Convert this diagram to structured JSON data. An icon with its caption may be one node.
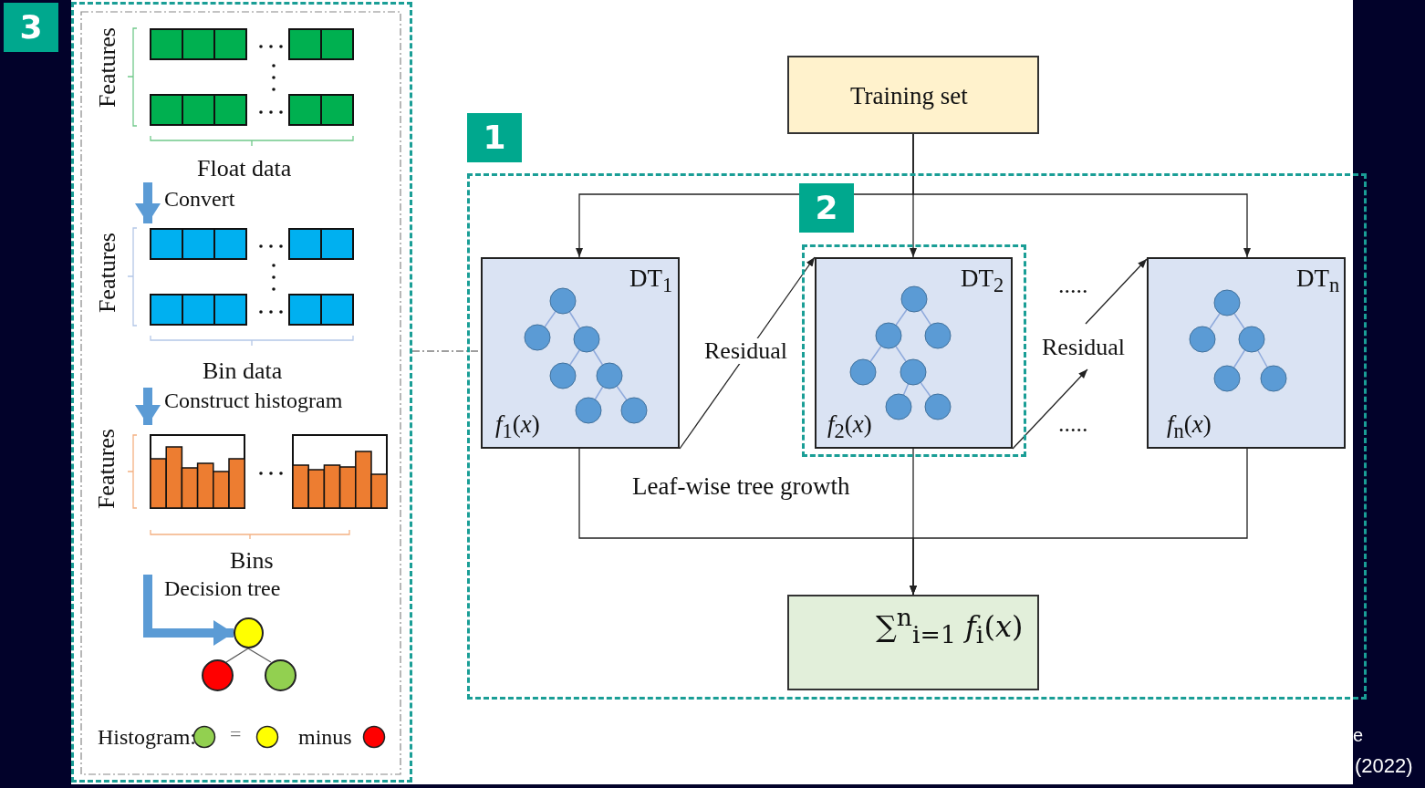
{
  "diagram": {
    "nodes": [
      {
        "text": [
          "3"
        ]
      },
      {
        "text": [
          "Features",
          "Float data"
        ],
        "in": 0
      },
      {
        "text": [
          "Features",
          "Bin data"
        ],
        "in": 0
      },
      {
        "text": [
          "Features",
          "Bins"
        ],
        "in": 0
      },
      {
        "text": [],
        "shape": "circle",
        "in": 0
      },
      {
        "text": [],
        "shape": "circle",
        "in": 0
      },
      {
        "text": [],
        "shape": "circle",
        "in": 0
      },
      {
        "text": [
          "Training set"
        ]
      },
      {
        "text": [
          "1"
        ]
      },
      {
        "text": [
          "DT$_{1}$",
          "*f*$_{1}$(*x*)"
        ],
        "in": 8
      },
      {
        "text": [
          "2"
        ],
        "in": 8
      },
      {
        "text": [
          "DT$_{2}$",
          "*f*$_{2}$(*x*)"
        ],
        "in": 10
      },
      {
        "text": [
          "DT$_{n}$",
          "*f*$_{n}$(*x*)"
        ],
        "in": 8
      },
      {
        "text": [
          "∑$^{n}$$_{i=1}$ *f*$_{i}$(*x*)"
        ],
        "in": 8
      }
    ],
    "edges": [
      {
        "from": 1,
        "to": 2,
        "arrow": "to",
        "label": "Convert",
        "style": "thick",
        "color": "#5b9bd5"
      },
      {
        "from": 2,
        "to": 3,
        "arrow": "to",
        "label": "Construct histogram",
        "style": "thick",
        "color": "#5b9bd5"
      },
      {
        "from": 3,
        "to": 4,
        "arrow": "to",
        "label": "Decision tree",
        "style": "thick",
        "color": "#5b9bd5"
      },
      {
        "from": 4,
        "to": 5,
        "arrow": "none",
        "color": "#595959"
      },
      {
        "from": 4,
        "to": 6,
        "arrow": "none",
        "color": "#595959"
      },
      {
        "from": 0,
        "to": 9,
        "arrow": "none",
        "style": "dashed",
        "color": "#7f7f7f"
      },
      {
        "from": 7,
        "to": 9,
        "arrow": "to"
      },
      {
        "from": 7,
        "to": 11,
        "arrow": "to"
      },
      {
        "from": 7,
        "to": 12,
        "arrow": "to"
      },
      {
        "from": 9,
        "to": 11,
        "arrow": "to",
        "label": "Residual"
      },
      {
        "from": 11,
        "to": null,
        "arrow": "to",
        "label": "Residual"
      },
      {
        "from": null,
        "to": 12,
        "arrow": "to"
      },
      {
        "from": 9,
        "to": 13,
        "arrow": "to"
      },
      {
        "from": 11,
        "to": 13,
        "arrow": "to"
      },
      {
        "from": 12,
        "to": 13,
        "arrow": "to"
      }
    ],
    "labels": [
      ".....",
      "Leaf-wise tree growth",
      ".....",
      "Histogram:",
      "=",
      "minus",
      "e",
      "(2022)"
    ]
  }
}
